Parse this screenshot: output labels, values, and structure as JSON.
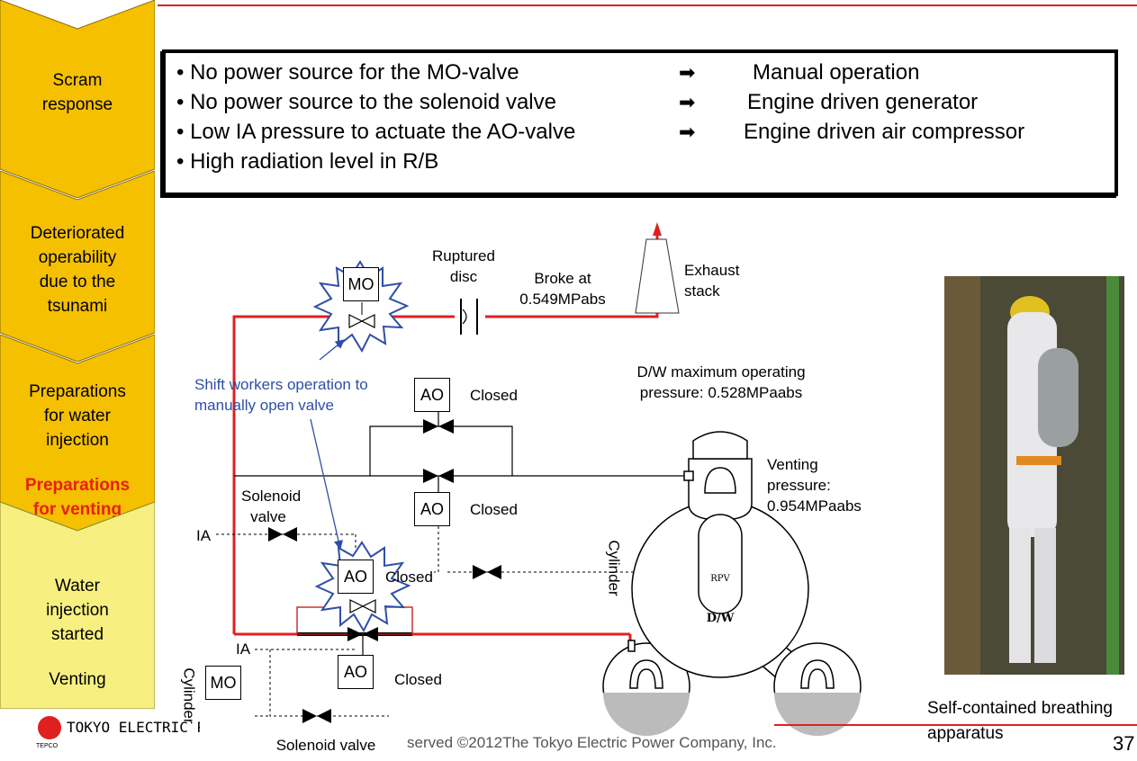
{
  "stages": [
    {
      "lines": [
        "Scram",
        "response"
      ],
      "highlight": false,
      "color": "#f5c000"
    },
    {
      "lines": [
        "Deteriorated",
        "operability",
        "due to the",
        "tsunami"
      ],
      "highlight": false,
      "color": "#f5c000"
    },
    {
      "lines": [
        "Preparations",
        "for water",
        "injection"
      ],
      "highlight": false,
      "color": "#f5c000"
    },
    {
      "lines": [
        "Preparations",
        "for venting"
      ],
      "highlight": true,
      "color": "#f5c000"
    },
    {
      "lines": [
        "Water",
        "injection",
        "started"
      ],
      "highlight": false,
      "color": "#f7f080"
    },
    {
      "lines": [
        "Venting"
      ],
      "highlight": false,
      "color": "#f7f080"
    }
  ],
  "issues": [
    {
      "problem": "No power source for the MO-valve",
      "solution": "Manual operation"
    },
    {
      "problem": "No power source to the solenoid valve",
      "solution": "Engine driven generator"
    },
    {
      "problem": "Low IA pressure to actuate the AO-valve",
      "solution": "Engine driven air compressor"
    },
    {
      "problem": "High radiation level in R/B",
      "solution": ""
    }
  ],
  "diagram": {
    "ruptured_disc": "Ruptured disc",
    "broke_at": "Broke at 0.549MPabs",
    "exhaust_stack": "Exhaust stack",
    "dw_max": "D/W maximum operating pressure: 0.528MPaabs",
    "venting_pressure": "Venting pressure: 0.954MPaabs",
    "shift_workers": "Shift workers operation to manually open valve",
    "solenoid_valve": "Solenoid valve",
    "solenoid_valve_bottom": "Solenoid valve",
    "ia": "IA",
    "cylinder": "Cylinder",
    "closed": "Closed",
    "mo": "MO",
    "ao": "AO",
    "rpv": "RPV",
    "dw": "D/W"
  },
  "photo_caption": "Self-contained breathing apparatus",
  "footer": {
    "logo_text": "TOKYO ELECTRIC POWER COMPANY",
    "tepco": "TEPCO",
    "copyright": "served ©2012The Tokyo Electric Power Company, Inc.",
    "page": "37"
  },
  "colors": {
    "accent_red": "#e02020",
    "annotation_blue": "#2e4fa6",
    "highlight_red": "#e8200e"
  }
}
